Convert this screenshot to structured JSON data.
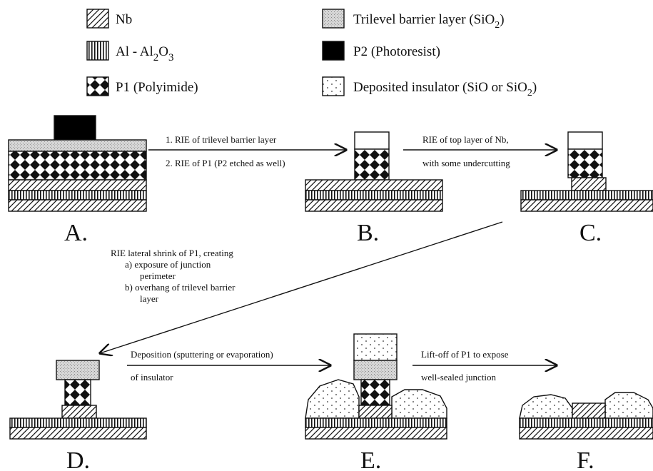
{
  "legend": {
    "nb": "Nb",
    "al_prefix": "Al - Al",
    "al_sub1": "2",
    "al_mid": "O",
    "al_sub2": "3",
    "p1": "P1 (Polyimide)",
    "trilevel_prefix": "Trilevel barrier layer (SiO",
    "trilevel_sub": "2",
    "trilevel_suffix": ")",
    "p2": "P2 (Photoresist)",
    "insulator_prefix": "Deposited insulator (SiO or SiO",
    "insulator_sub": "2",
    "insulator_suffix": ")"
  },
  "steps": {
    "a": "A.",
    "b": "B.",
    "c": "C.",
    "d": "D.",
    "e": "E.",
    "f": "F."
  },
  "annotations": {
    "ab_line1": "1. RIE of trilevel barrier layer",
    "ab_line2": "2. RIE of P1 (P2 etched as well)",
    "bc_line1": "RIE of top layer of Nb,",
    "bc_line2": "with some undercutting",
    "cd_line1": "RIE lateral shrink of P1, creating",
    "cd_line2": "a) exposure of junction",
    "cd_line3": "perimeter",
    "cd_line4": "b) overhang of trilevel barrier",
    "cd_line5": "layer",
    "de_line1": "Deposition (sputtering or evaporation)",
    "de_line2": "of insulator",
    "ef_line1": "Lift-off of P1 to expose",
    "ef_line2": "well-sealed junction"
  },
  "colors": {
    "ink": "#111111",
    "trilevel_fill": "#d6d6d6",
    "photoresist": "#000000",
    "background": "#ffffff"
  },
  "icons": {
    "nb": "diagonal-hatch-swatch",
    "al": "vertical-stripe-swatch",
    "p1": "checkerboard-diamond-swatch",
    "trilevel": "gray-stipple-swatch",
    "p2": "solid-black-swatch",
    "insulator": "dotted-swatch"
  }
}
